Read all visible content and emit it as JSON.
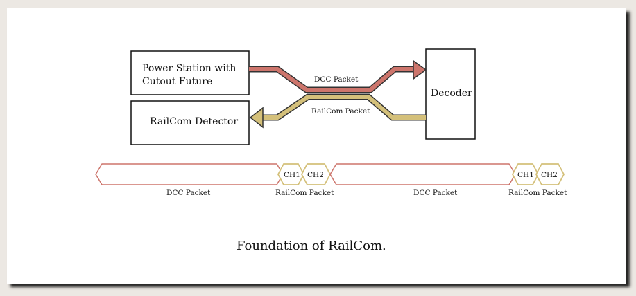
{
  "colors": {
    "dcc": "#cd756c",
    "railcom": "#d4c07a",
    "border": "#111111",
    "background": "#ece8e3",
    "card": "#ffffff"
  },
  "diagram": {
    "power_station_line1": "Power Station with",
    "power_station_line2": "Cutout Future",
    "railcom_detector": "RailCom Detector",
    "decoder": "Decoder",
    "dcc_packet_arrow": "DCC Packet",
    "railcom_packet_arrow": "RailCom Packet"
  },
  "timeline": {
    "packets": [
      {
        "kind": "dcc",
        "label": "DCC Packet"
      },
      {
        "kind": "railcom",
        "label": "RailCom Packet",
        "channels": [
          "CH1",
          "CH2"
        ]
      },
      {
        "kind": "dcc",
        "label": "DCC Packet"
      },
      {
        "kind": "railcom",
        "label": "RailCom Packet",
        "channels": [
          "CH1",
          "CH2"
        ]
      }
    ]
  },
  "caption": "Foundation of RailCom."
}
